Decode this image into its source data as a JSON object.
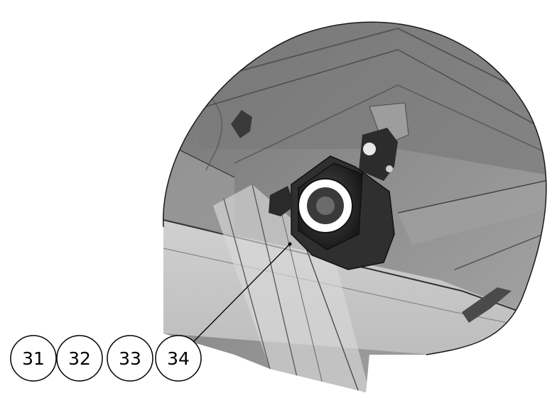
{
  "balloons": [
    {
      "label": "31"
    },
    {
      "label": "32"
    },
    {
      "label": "33"
    },
    {
      "label": "34"
    }
  ],
  "colors": {
    "background": "#ffffff",
    "detail_view_fill": "#8a8a8a",
    "outline": "#1a1a1a",
    "leader": "#000000"
  }
}
